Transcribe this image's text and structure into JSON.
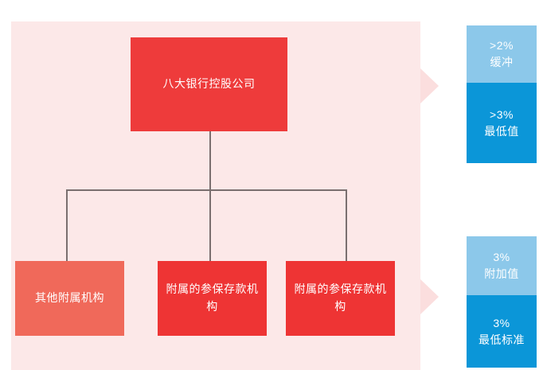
{
  "colors": {
    "panel_background": "#fce8e8",
    "root_node": "#ee3b3b",
    "child_other": "#f0695a",
    "child_insured": "#ee3434",
    "legend_buffer": "#8cc8ea",
    "legend_minimum": "#0b96d8",
    "connector_line": "#7a6f6f",
    "arrow": "#fbdede"
  },
  "chart": {
    "type": "org-chart",
    "root": {
      "label": "八大银行控股公司"
    },
    "children": [
      {
        "label": "其他附属机构"
      },
      {
        "label": "附属的参保存款机构"
      },
      {
        "label": "附属的参保存款机构"
      }
    ]
  },
  "legends": [
    {
      "name": "holding-company-requirement",
      "cells": [
        {
          "percent": ">2%",
          "label": "缓冲"
        },
        {
          "percent": ">3%",
          "label": "最低值"
        }
      ]
    },
    {
      "name": "subsidiary-requirement",
      "cells": [
        {
          "percent": "3%",
          "label": "附加值"
        },
        {
          "percent": "3%",
          "label": "最低标准"
        }
      ]
    }
  ]
}
